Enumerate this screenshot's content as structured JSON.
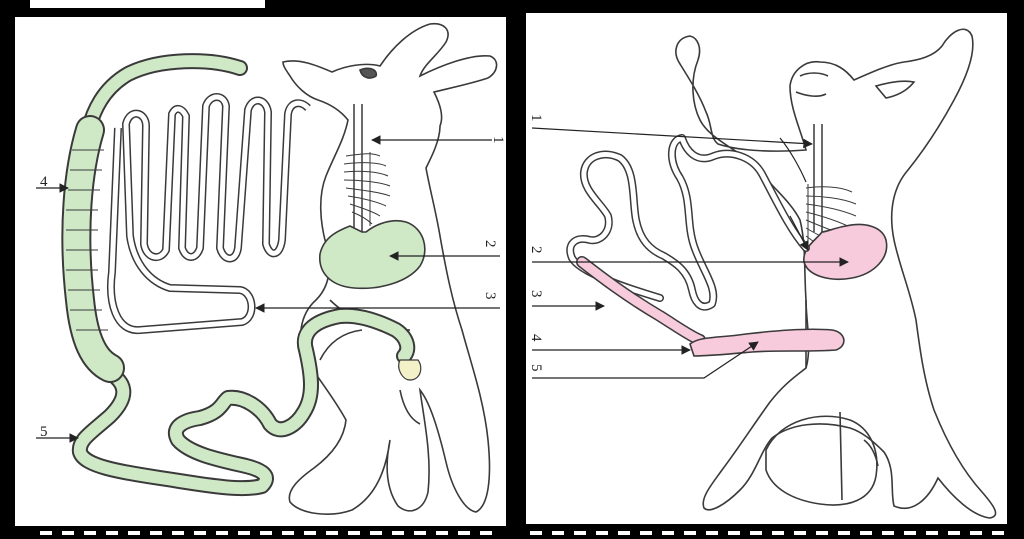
{
  "colors": {
    "left_accent": "#cfe8c6",
    "left_stroke": "#3a3a3a",
    "right_accent": "#f7cbdc",
    "right_stroke": "#3a3a3a",
    "frame": "#000000",
    "panel": "#ffffff"
  },
  "left_panel": {
    "labels": [
      "1",
      "2",
      "3",
      "4",
      "5"
    ]
  },
  "right_panel": {
    "labels": [
      "1",
      "2",
      "3",
      "4",
      "5"
    ]
  }
}
